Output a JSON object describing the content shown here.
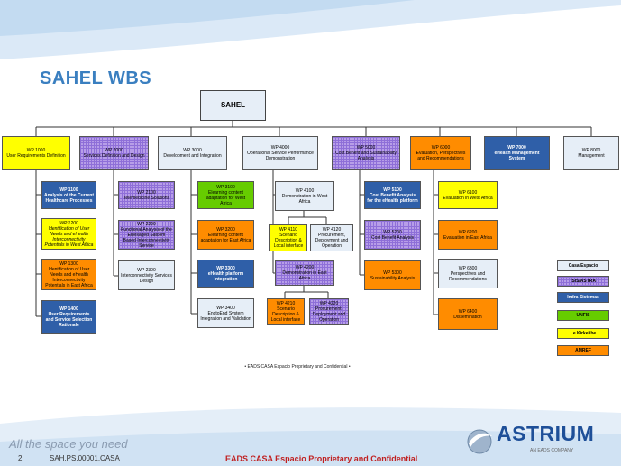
{
  "title": "SAHEL WBS",
  "colors": {
    "yellow": "#ffff00",
    "purple": "#b79ee8",
    "blue": "#2f5fa8",
    "orange": "#ff8c00",
    "green": "#66cc00",
    "gray": "#e6eef7"
  },
  "root": "SAHEL",
  "wp": {
    "wp1000": "WP 1000\nUser Requirements Definition",
    "wp2000": "WP 2000\nServices Definition and Design",
    "wp3000": "WP 3000\nDevelopment and Integration",
    "wp4000": "WP 4000\nOperational Service Performance Demonstration",
    "wp5000": "WP 5000\nCost Benefit and Sustainability Analysis",
    "wp6000": "WP 6000\nEvaluation, Perspectives and Recommendations",
    "wp7000": "WP 7000\neHealth Management System",
    "wp8000": "WP 8000\nManagement",
    "wp1100": "WP 1100\nAnalysis of the Current Healthcare Processes",
    "wp1200": "WP 1200\nIdentification of User Needs and eHealth Interconnectivity Potentials in West Africa",
    "wp1300": "WP 1300\nIdentification of User Needs and eHealth Interconnectivity Potentials in East Africa",
    "wp1400": "WP 1400\nUser Requirements and Service Selection Rationale",
    "wp2100": "WP 2100\nTelemedicine Solutions",
    "wp2200": "WP 2200\nFunctional Analysis of the Envisaged Satcom Based Interconnectivity Service",
    "wp2300": "WP 2300\nInterconnectivity Services Design",
    "wp3100": "WP 3100\nElearning content adaptation for West Africa",
    "wp3200": "WP 3200\nElearning content adaptation for East Africa",
    "wp3300": "WP 3300\neHealth platform Integration",
    "wp3400": "WP 3400\nEndtoEnd System Integration and Validation",
    "wp4100": "WP 4100\nDemonstration in West Africa",
    "wp4110": "WP 4110\nScenario Description & Local interface",
    "wp4120": "WP 4120\nProcurement, Deployment and Operation",
    "wp4200": "WP 4200\nDemonstration in East Africa",
    "wp4210": "WP 4210\nScenario Description & Local interface",
    "wp4220": "WP 4220\nProcurement, Deployment and Operation",
    "wp5100": "WP 5100\nCost Benefit Analysis for the eHealth platform",
    "wp5200": "WP 5200\nCost Benefit Analysis",
    "wp5300": "WP 5300\nSustainability Analysis",
    "wp6100": "WP 6100\nEvaluation in West Africa",
    "wp6200": "WP 6200\nEvaluation in East Africa",
    "wp6300": "WP 6300\nPerspectives and Recommendations",
    "wp6400": "WP 6400\nDissemination"
  },
  "legend": {
    "casa": "Casa Espacio",
    "isis": "ISIS/ASTRA",
    "indra": "Indra Sistemas",
    "unfis": "UNFIS",
    "lekirkelibe": "Le Kirkelibe",
    "amref": "AMREF"
  },
  "confidential_mid": "• EADS CASA Espacio Proprietary and Confidential •",
  "footer": {
    "tagline": "All the space you need",
    "page": "2",
    "doc_ref": "SAH.PS.00001.CASA",
    "confidential": "EADS CASA Espacio Proprietary and Confidential",
    "logo": "ASTRIUM",
    "logo_sub": "AN EADS COMPANY"
  }
}
